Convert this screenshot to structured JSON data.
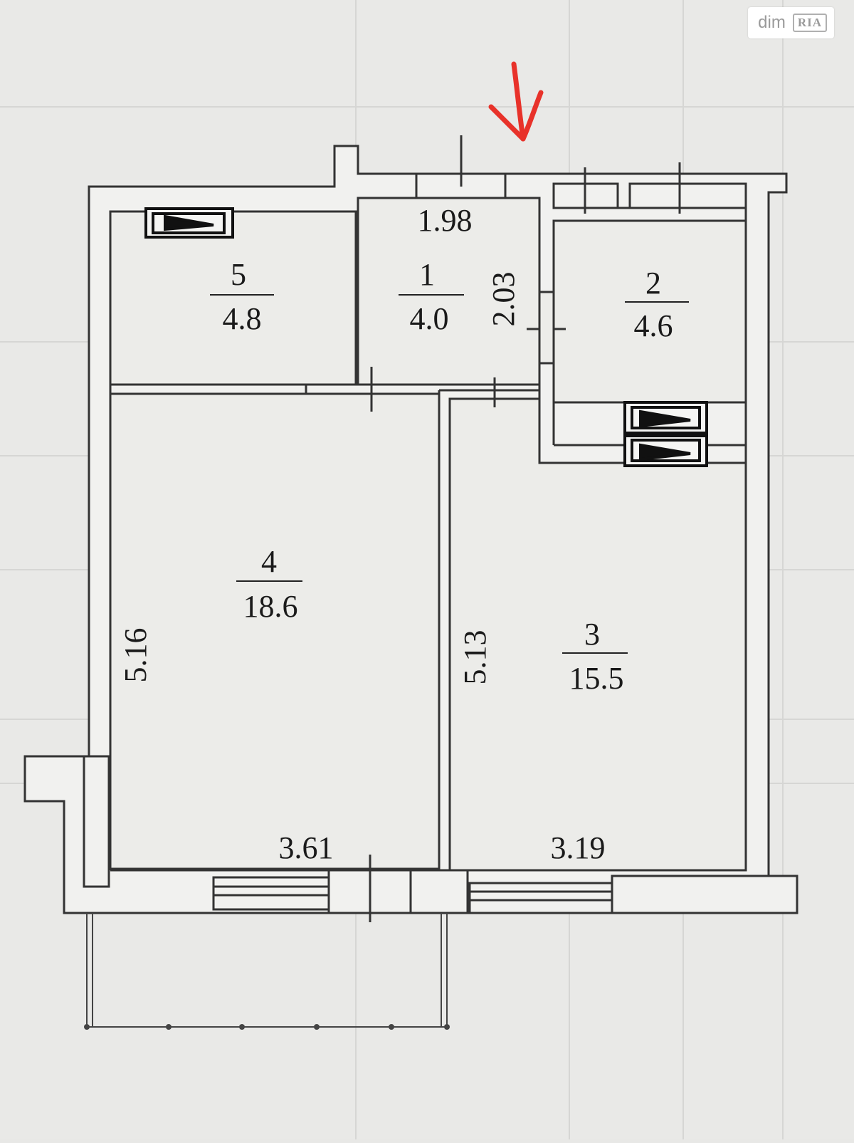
{
  "watermark": {
    "brand": "dim",
    "logo": "RIA"
  },
  "colors": {
    "wall": "#3a3a3a",
    "paper": "#f0f0ee",
    "arrow": "#e8322a"
  },
  "rooms": [
    {
      "id": "1",
      "number": "1",
      "area": "4.0"
    },
    {
      "id": "2",
      "number": "2",
      "area": "4.6"
    },
    {
      "id": "3",
      "number": "3",
      "area": "15.5"
    },
    {
      "id": "4",
      "number": "4",
      "area": "18.6"
    },
    {
      "id": "5",
      "number": "5",
      "area": "4.8"
    }
  ],
  "dimensions": {
    "hall_width": "1.98",
    "hall_depth": "2.03",
    "room4_length": "5.16",
    "room3_length": "5.13",
    "room4_width": "3.61",
    "room3_width": "3.19"
  },
  "marker": {
    "icon": "arrow-down-icon"
  }
}
